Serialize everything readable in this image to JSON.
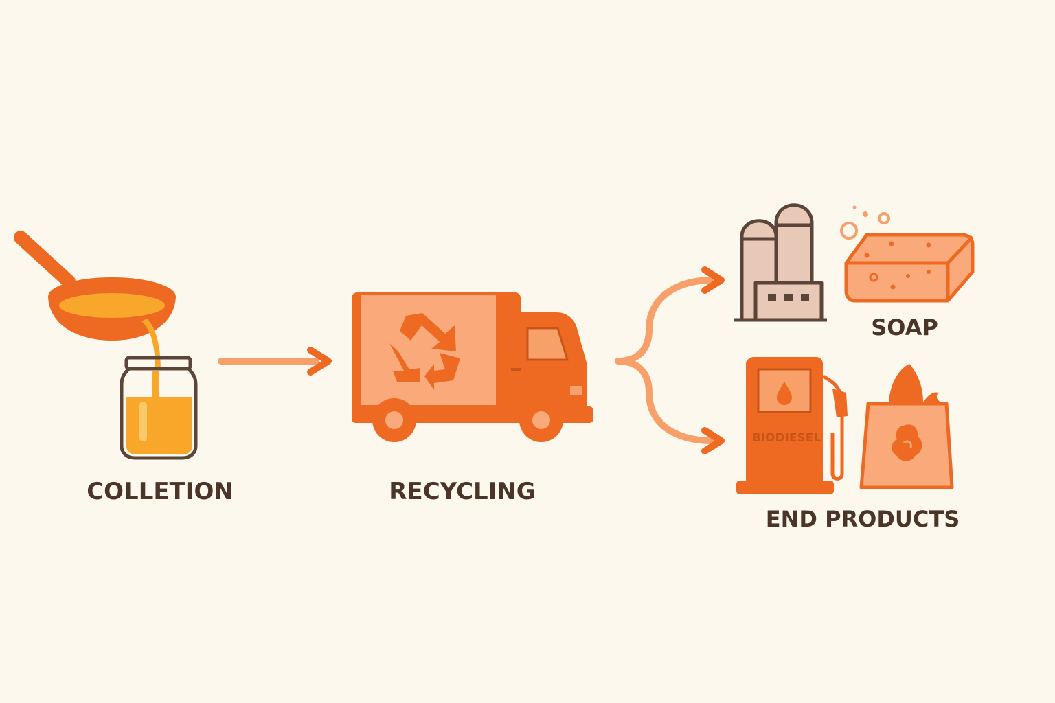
{
  "stages": {
    "collection": {
      "label": "COLLETION"
    },
    "recycling": {
      "label": "RECYCLING"
    },
    "end_products": {
      "label": "END PRODUCTS",
      "soap_label": "SOAP",
      "pump_label": "BIODIESEL"
    }
  },
  "icons": {
    "pan": "frying-pan-icon",
    "jar": "jar-icon",
    "truck": "truck-icon",
    "recycle": "recycle-icon",
    "factory": "factory-icon",
    "soap": "soap-icon",
    "pump": "fuel-pump-icon",
    "bag": "fertilizer-bag-icon"
  },
  "colors": {
    "background": "#FDF8EE",
    "primary_orange": "#EE6A22",
    "light_orange": "#F7A06A",
    "oil": "#F9A72A",
    "text": "#4A3528",
    "silo": "#E8C8B6",
    "outline": "#5A4538"
  }
}
